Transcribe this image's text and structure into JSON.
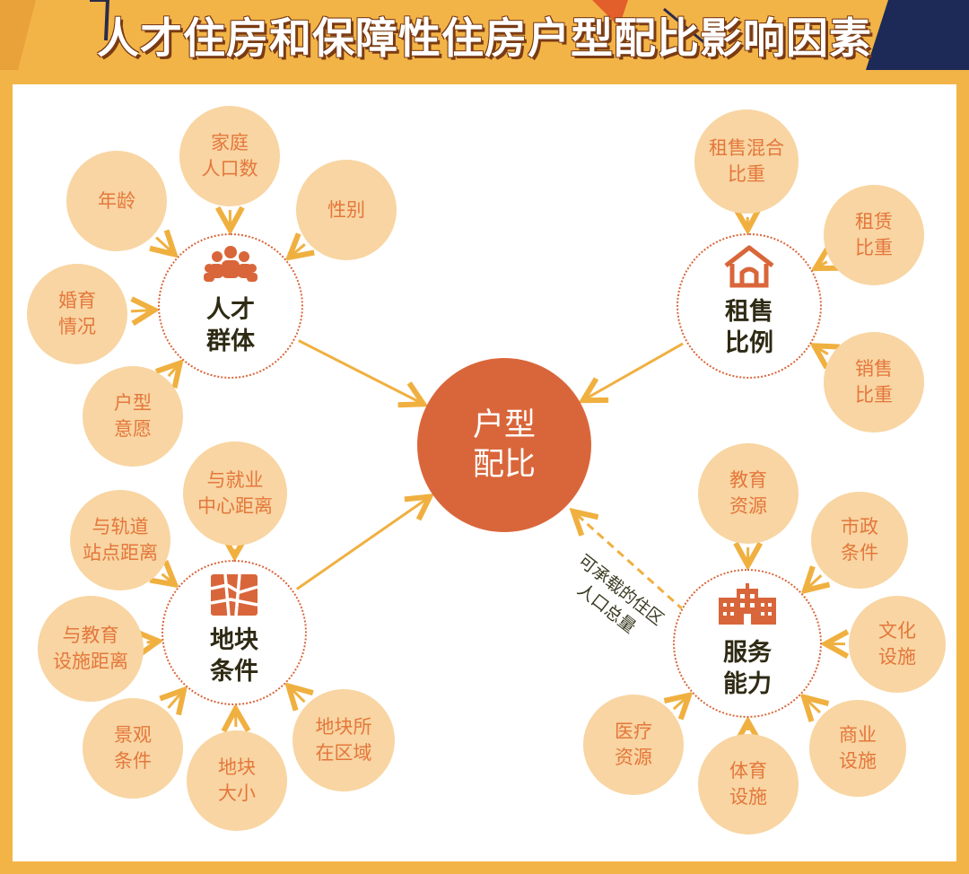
{
  "title": "人才住房和保障性住房户型配比影响因素",
  "center": {
    "label": "户型\n配比"
  },
  "hubs": {
    "talent": {
      "label": "人才\n群体",
      "icon": "people-group-icon"
    },
    "rent_sale": {
      "label": "租售\n比例",
      "icon": "house-icon"
    },
    "land": {
      "label": "地块\n条件",
      "icon": "map-icon"
    },
    "service": {
      "label": "服务\n能力",
      "icon": "buildings-icon"
    }
  },
  "factors": {
    "talent": [
      "家庭\n人口数",
      "年龄",
      "性别",
      "婚育\n情况",
      "户型\n意愿"
    ],
    "rent_sale": [
      "租售混合\n比重",
      "租赁\n比重",
      "销售\n比重"
    ],
    "land": [
      "与就业\n中心距离",
      "与轨道\n站点距离",
      "与教育\n设施距离",
      "景观\n条件",
      "地块\n大小",
      "地块所\n在区域"
    ],
    "service": [
      "教育\n资源",
      "市政\n条件",
      "文化\n设施",
      "商业\n设施",
      "体育\n设施",
      "医疗\n资源"
    ]
  },
  "dashed_link_label": "可承载的住区\n人口总量",
  "colors": {
    "bubble_fill": "#f8d5a2",
    "bubble_text": "#e4773c",
    "arrow": "#f0b040",
    "center_fill": "#d9663a",
    "hub_border": "#d9663a",
    "background": "#f3b447"
  }
}
